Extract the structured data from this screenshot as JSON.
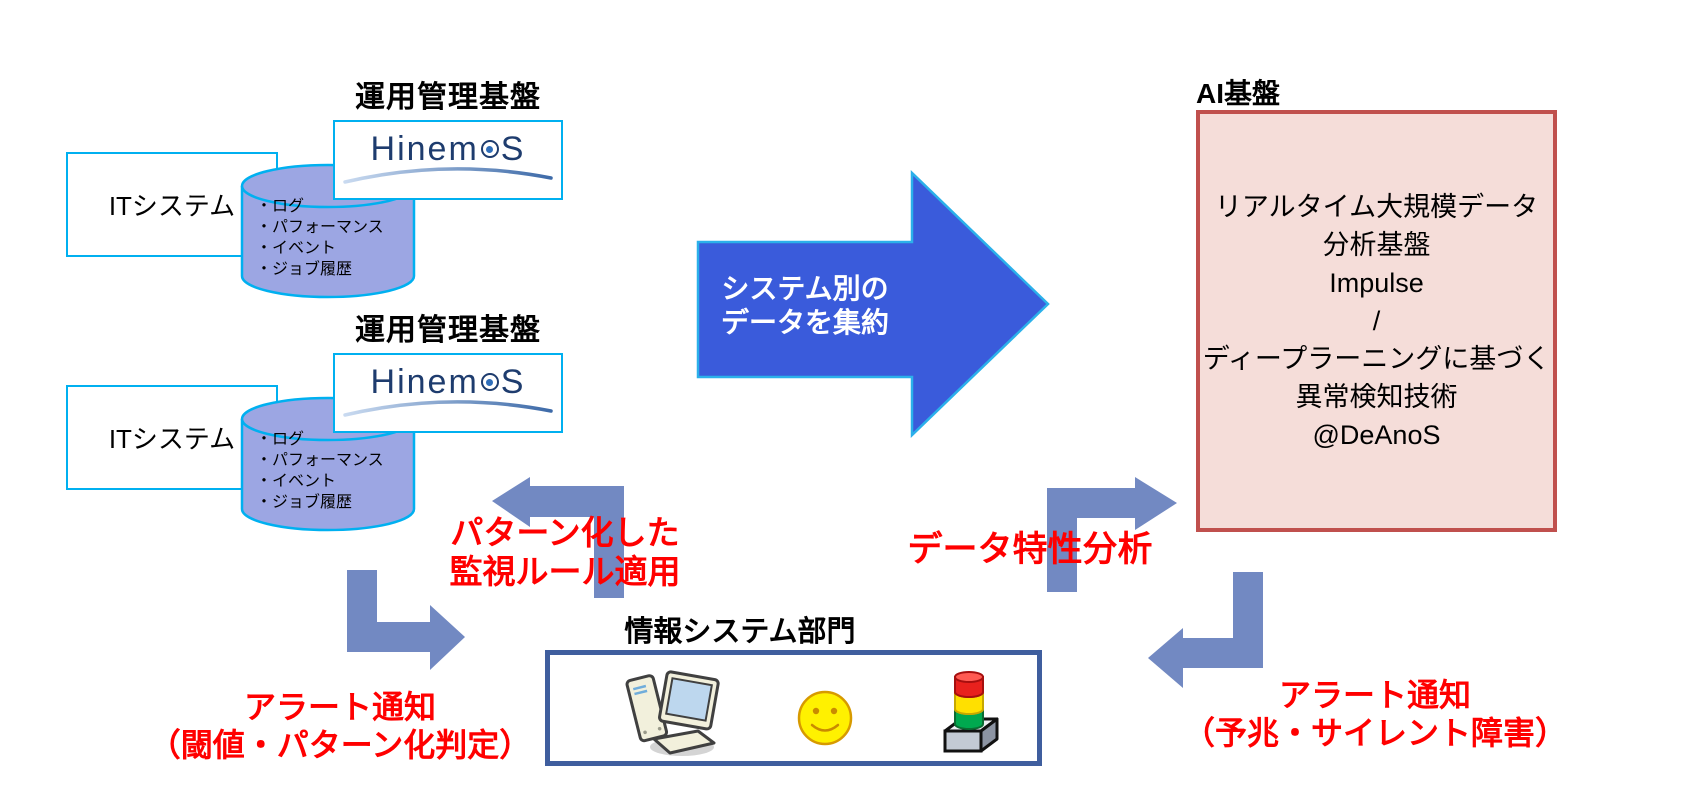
{
  "colors": {
    "cyan_border": "#00B0F0",
    "cylinder_fill": "#9CA6E3",
    "big_arrow_fill": "#3A5BDB",
    "big_arrow_border": "#2BB0EA",
    "elbow_arrow_fill": "#7289C2",
    "ai_box_fill": "#F5DDD9",
    "ai_box_border": "#C0504D",
    "dept_box_border": "#3F5E9E",
    "label_red": "#FF0000"
  },
  "groups": [
    {
      "title": "運用管理基盤",
      "system_label": "ITシステム",
      "logo_part1": "Hinem",
      "logo_part2": "S",
      "data_items": [
        "・ログ",
        "・パフォーマンス",
        "・イベント",
        "・ジョブ履歴"
      ]
    },
    {
      "title": "運用管理基盤",
      "system_label": "ITシステム",
      "logo_part1": "Hinem",
      "logo_part2": "S",
      "data_items": [
        "・ログ",
        "・パフォーマンス",
        "・イベント",
        "・ジョブ履歴"
      ]
    }
  ],
  "center_arrow": {
    "line1": "システム別の",
    "line2": "データを集約"
  },
  "ai_platform": {
    "title": "AI基盤",
    "lines": [
      "リアルタイム大規模データ",
      "分析基盤",
      "Impulse",
      "/",
      "ディープラーニングに基づく",
      "異常検知技術",
      "@DeAnoS"
    ]
  },
  "dept": {
    "title": "情報システム部門",
    "icons": [
      "computer-icon",
      "smiley-icon",
      "signal-tower-icon"
    ]
  },
  "labels": {
    "pattern_rule": {
      "line1": "パターン化した",
      "line2": "監視ルール適用"
    },
    "data_analysis": "データ特性分析",
    "alert_left": {
      "line1": "アラート通知",
      "line2": "（閾値・パターン化判定）"
    },
    "alert_right": {
      "line1": "アラート通知",
      "line2": "（予兆・サイレント障害）"
    }
  }
}
